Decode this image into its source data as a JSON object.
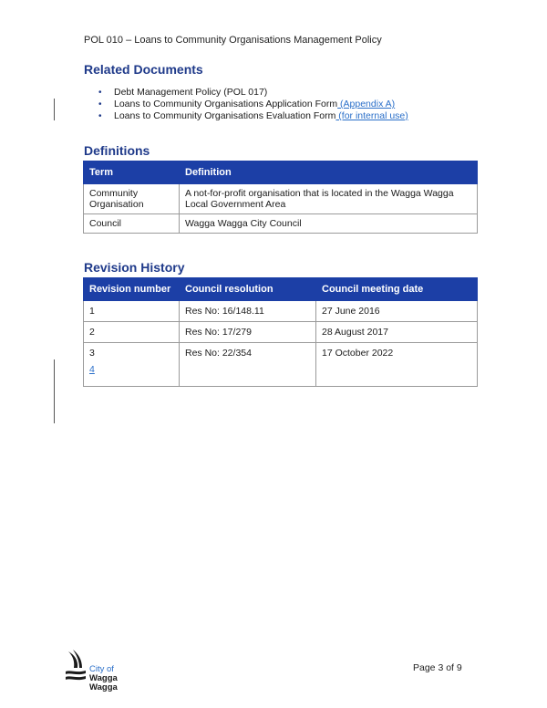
{
  "header": {
    "text": "POL 010 – Loans to Community Organisations Management Policy"
  },
  "related": {
    "heading": "Related Documents",
    "items": [
      {
        "text": "Debt Management Policy (POL 017)",
        "link": ""
      },
      {
        "text": "Loans to Community Organisations Application Form",
        "link": " (Appendix A)"
      },
      {
        "text": "Loans to Community Organisations Evaluation Form",
        "link": " (for internal use)"
      }
    ]
  },
  "definitions": {
    "heading": "Definitions",
    "columns": [
      "Term",
      "Definition"
    ],
    "rows": [
      {
        "term": "Community Organisation",
        "definition": "A not-for-profit organisation that is located in the Wagga Wagga Local Government Area"
      },
      {
        "term": "Council",
        "definition": "Wagga Wagga City Council"
      }
    ]
  },
  "revision": {
    "heading": "Revision History",
    "columns": [
      "Revision number",
      "Council resolution",
      "Council meeting date"
    ],
    "rows": [
      {
        "number": "1",
        "resolution": "Res No: 16/148.11",
        "date": "27 June 2016"
      },
      {
        "number": "2",
        "resolution": "Res No: 17/279",
        "date": "28 August 2017"
      },
      {
        "number": "3",
        "extra": "4",
        "resolution": "Res No: 22/354",
        "date": "17 October 2022"
      }
    ]
  },
  "footer": {
    "logo_line1": "City of",
    "logo_line2": "Wagga Wagga",
    "page": "Page 3 of 9",
    "logo_icon": "wagga-logo-icon",
    "brand_color": "#1c3fa6"
  }
}
